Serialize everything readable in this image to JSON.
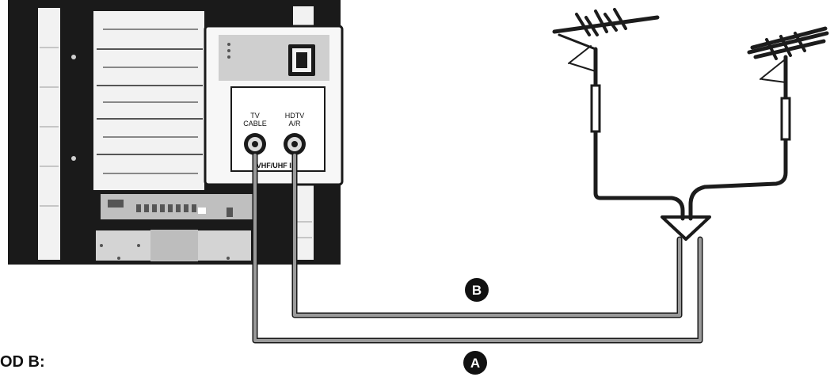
{
  "heading": "OD B:",
  "tv_panel": {
    "jack_left_label_line1": "TV",
    "jack_left_label_line2": "CABLE",
    "jack_right_label_line1": "HDTV",
    "jack_right_label_line2": "A/R",
    "input_group_label": "VHF/UHF IN"
  },
  "callouts": {
    "a": "A",
    "b": "B"
  },
  "colors": {
    "tv_body": "#1a1a1a",
    "panel_light": "#f2f2f2",
    "cable_gray": "#8c8c8c",
    "antenna_black": "#1c1c1c"
  }
}
